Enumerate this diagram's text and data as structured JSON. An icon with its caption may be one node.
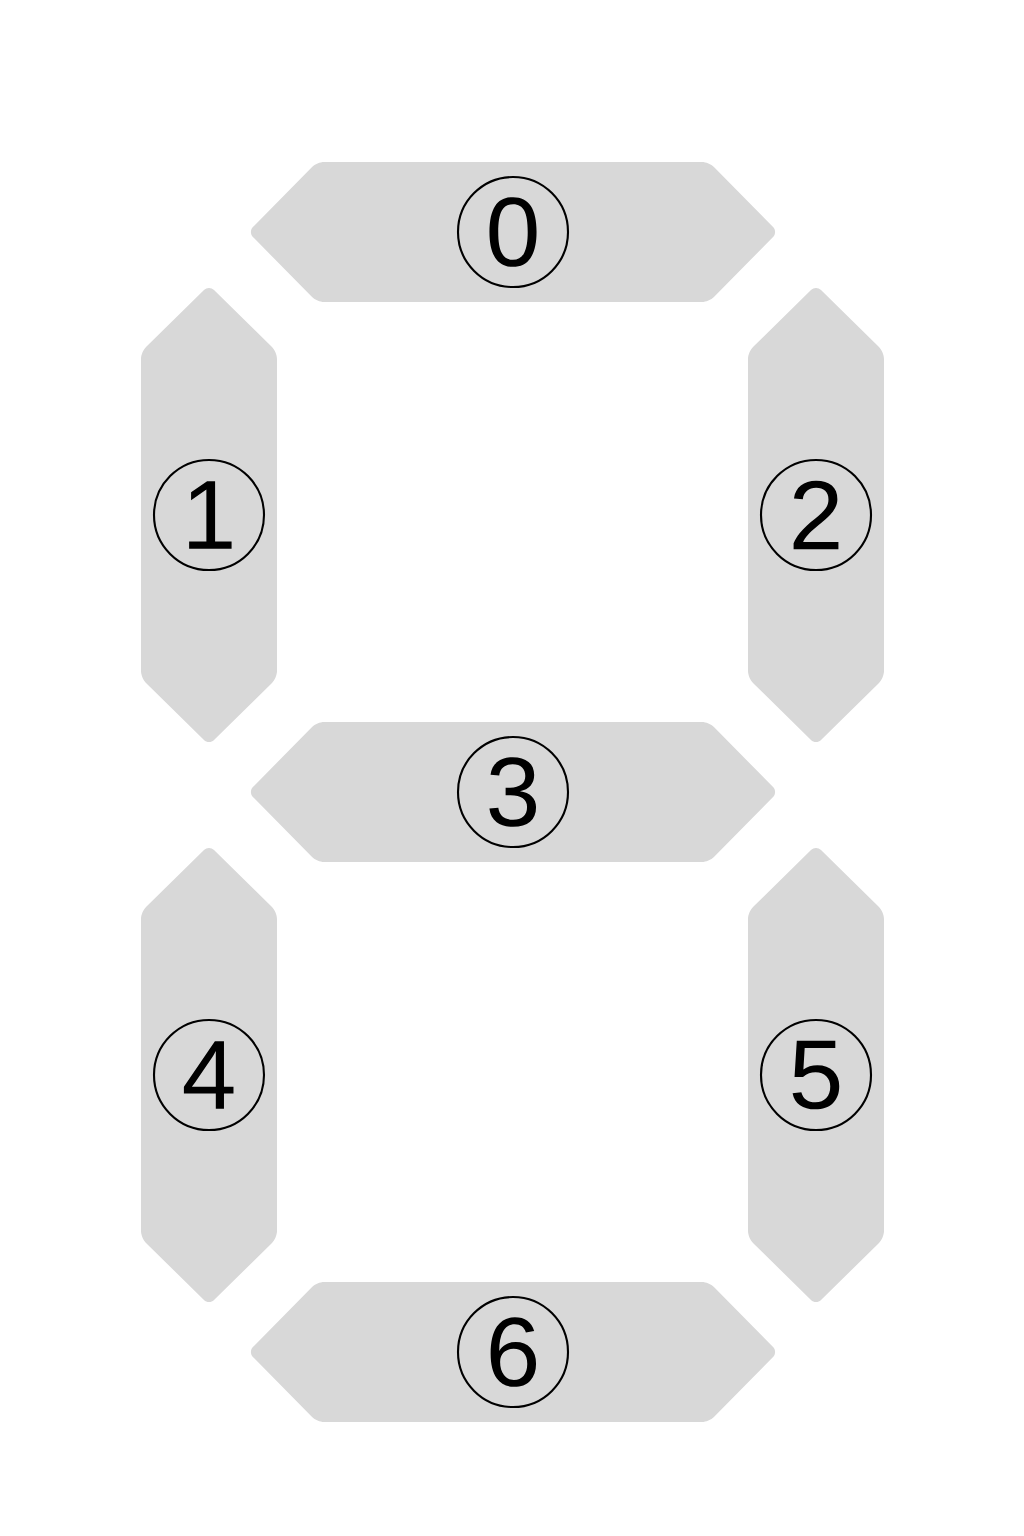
{
  "diagram": {
    "nodes": [
      {
        "text": [
          "0"
        ]
      },
      {
        "text": [
          "1"
        ]
      },
      {
        "text": [
          "2"
        ]
      },
      {
        "text": [
          "3"
        ]
      },
      {
        "text": [
          "4"
        ]
      },
      {
        "text": [
          "5"
        ]
      },
      {
        "text": [
          "6"
        ]
      }
    ]
  }
}
